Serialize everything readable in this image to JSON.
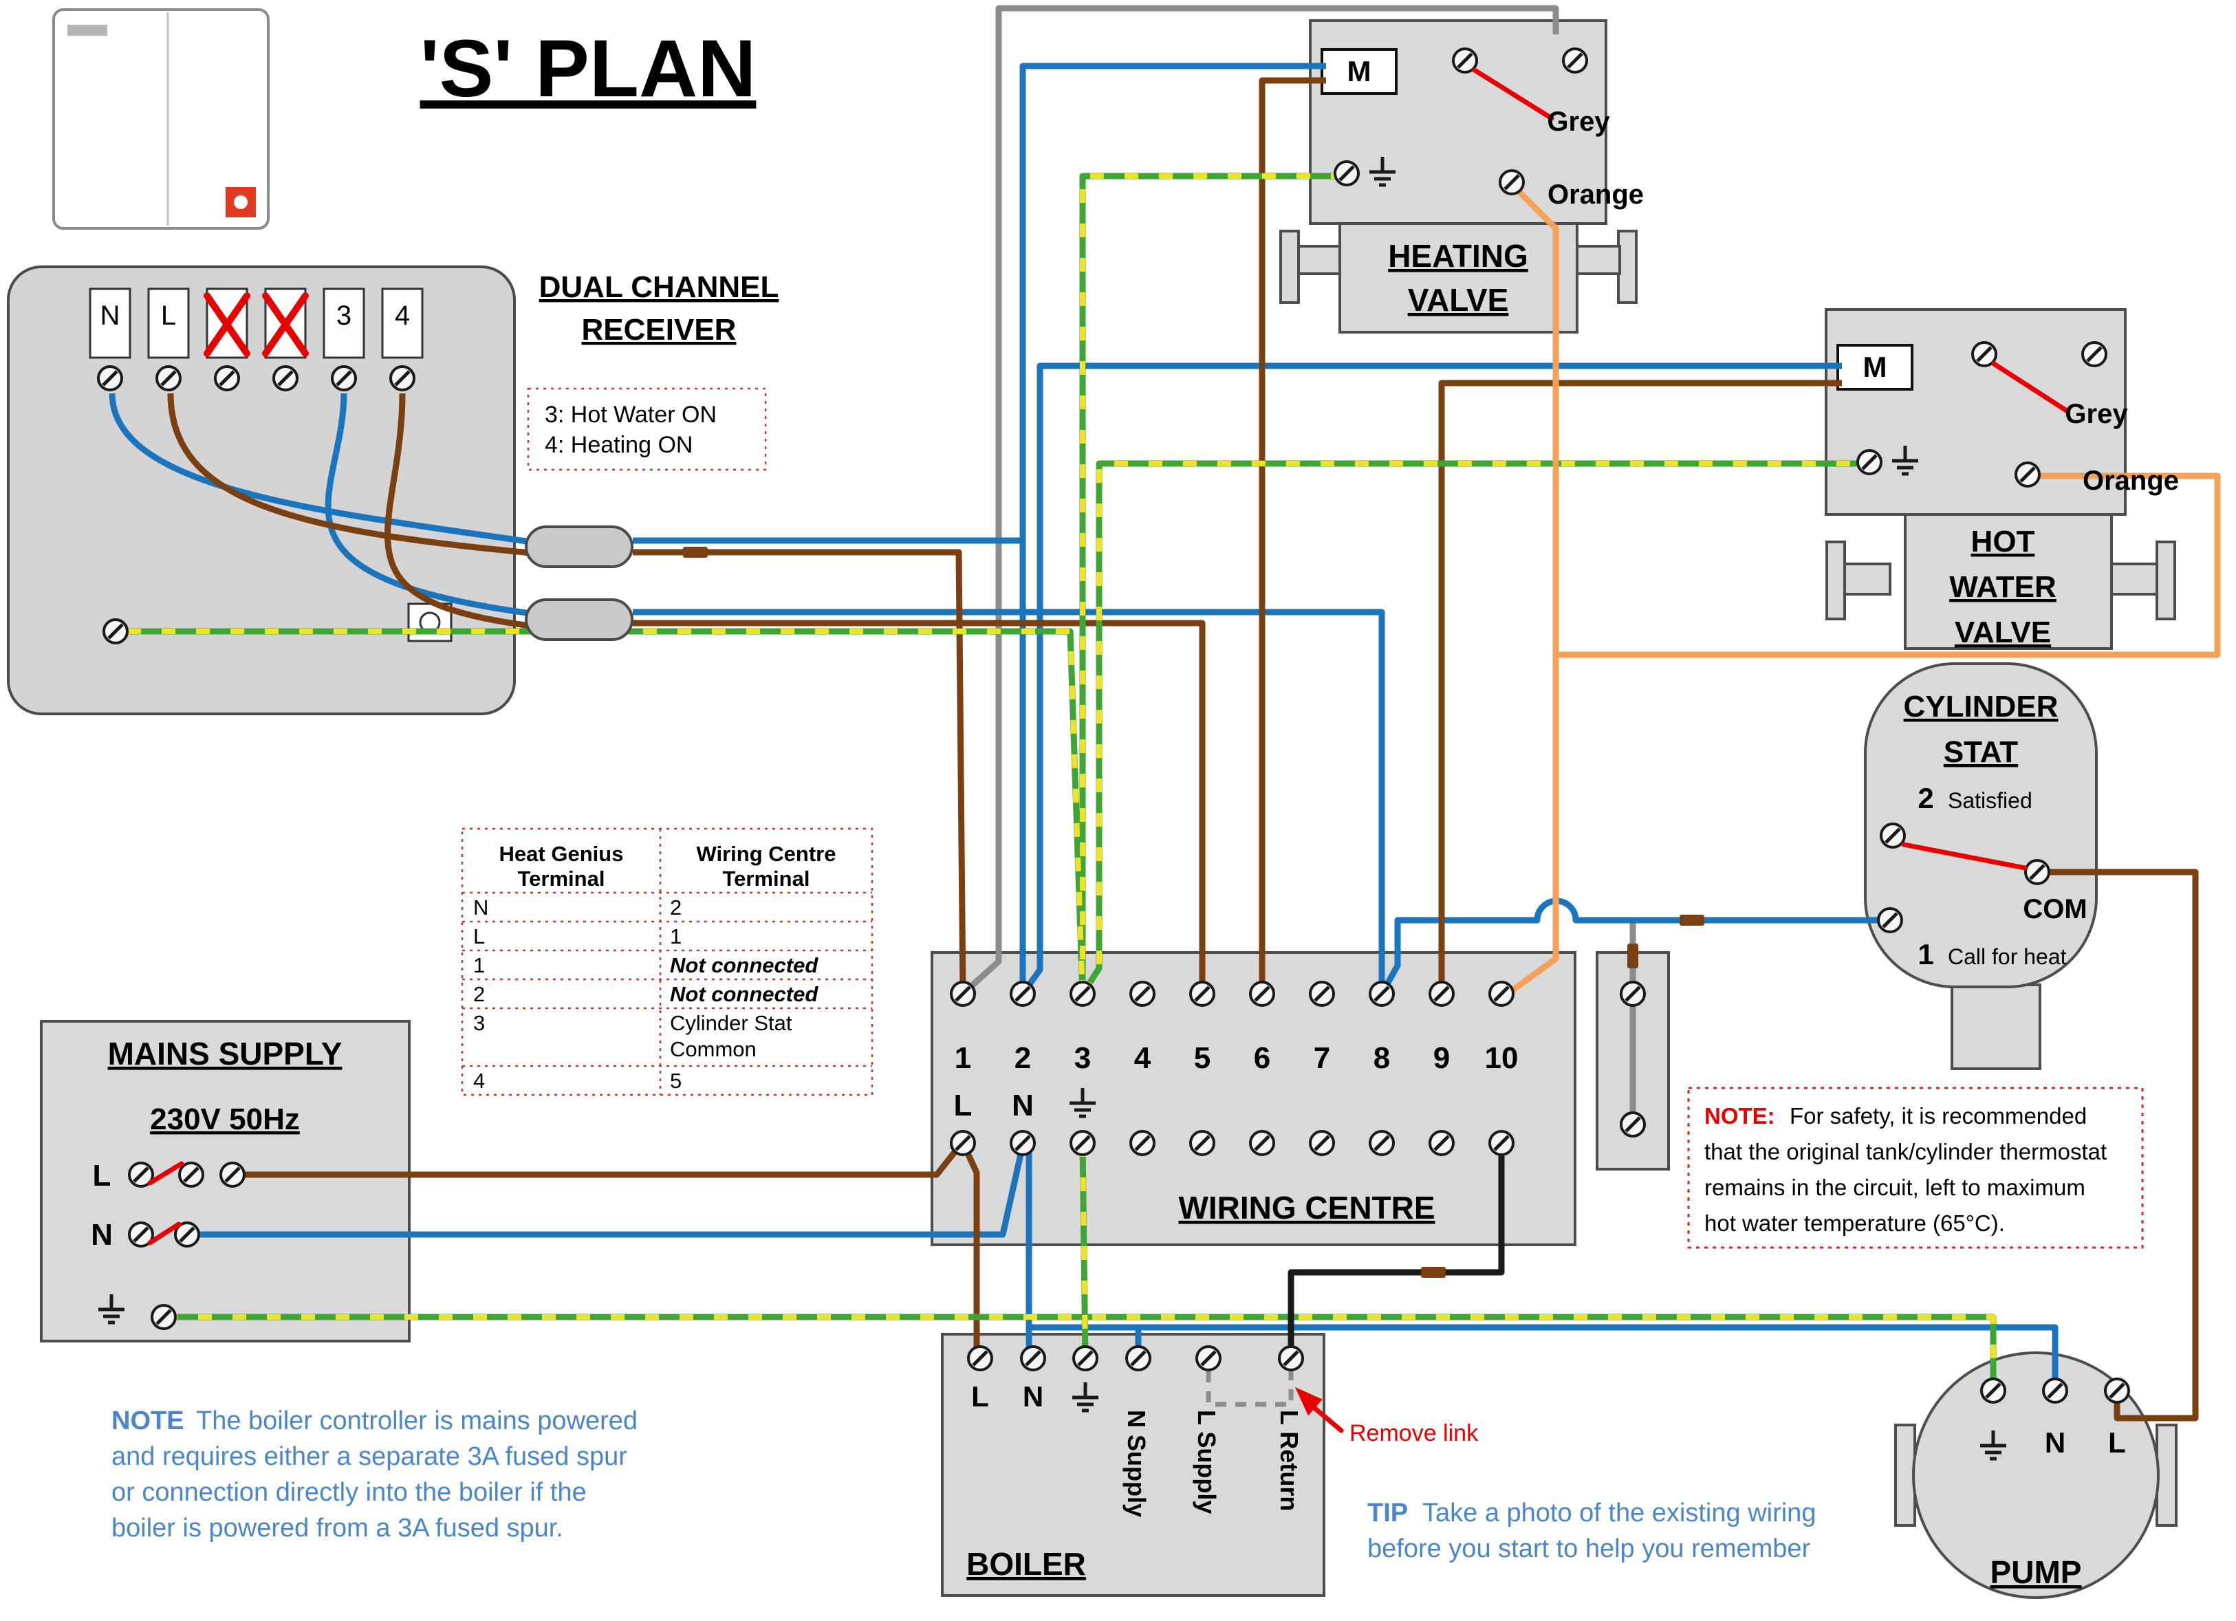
{
  "title": "'S' PLAN",
  "colors": {
    "blue": "#1B75BC",
    "brown": "#7B4012",
    "green": "#3FA535",
    "yellow": "#EFE32A",
    "orange": "#F4A259",
    "grey": "#8C8C8C",
    "black": "#1A1A1A",
    "red": "#E60000",
    "blue_text": "#4A86C8"
  },
  "receiver": {
    "heading_line1": "DUAL CHANNEL",
    "heading_line2": "RECEIVER",
    "terminals": [
      "N",
      "L",
      "",
      "",
      "3",
      "4"
    ],
    "note_line1": "3: Hot Water ON",
    "note_line2": "4: Heating ON"
  },
  "heating_valve": {
    "motor": "M",
    "grey": "Grey",
    "orange": "Orange",
    "title_line1": "HEATING",
    "title_line2": "VALVE"
  },
  "hot_water_valve": {
    "motor": "M",
    "grey": "Grey",
    "orange": "Orange",
    "title_line1": "HOT",
    "title_line2": "WATER",
    "title_line3": "VALVE"
  },
  "cylinder_stat": {
    "title_line1": "CYLINDER",
    "title_line2": "STAT",
    "sat_num": "2",
    "sat_label": "Satisfied",
    "com": "COM",
    "call_num": "1",
    "call_label": "Call for heat"
  },
  "mains": {
    "title": "MAINS SUPPLY",
    "rating": "230V 50Hz",
    "l": "L",
    "n": "N"
  },
  "mapping_table": {
    "header_left_1": "Heat Genius",
    "header_left_2": "Terminal",
    "header_right_1": "Wiring Centre",
    "header_right_2": "Terminal",
    "rows": [
      [
        "N",
        "2"
      ],
      [
        "L",
        "1"
      ],
      [
        "1",
        "Not connected"
      ],
      [
        "2",
        "Not connected"
      ],
      [
        "3",
        "Cylinder Stat"
      ],
      [
        "4",
        "5"
      ]
    ],
    "row5_cont": "Common"
  },
  "wiring_centre": {
    "title": "WIRING CENTRE",
    "terminals": [
      "1",
      "2",
      "3",
      "4",
      "5",
      "6",
      "7",
      "8",
      "9",
      "10"
    ],
    "l": "L",
    "n": "N"
  },
  "safety_note": {
    "prefix": "NOTE:",
    "line1": "For safety, it is recommended",
    "line2": "that the original tank/cylinder thermostat",
    "line3": "remains in the circuit, left to maximum",
    "line4": "hot water temperature (65°C)."
  },
  "boiler": {
    "title": "BOILER",
    "l": "L",
    "n": "N",
    "n_supply": "N Supply",
    "l_supply": "L Supply",
    "l_return": "L Return"
  },
  "remove_link": "Remove link",
  "pump": {
    "title": "PUMP",
    "n": "N",
    "l": "L"
  },
  "boiler_note": {
    "prefix": "NOTE",
    "line1": "The boiler controller is mains powered",
    "line2": "and requires either a separate 3A fused spur",
    "line3": "or connection directly into the boiler if the",
    "line4": "boiler is powered from a 3A fused spur."
  },
  "tip": {
    "prefix": "TIP",
    "line1": "Take a photo of the existing wiring",
    "line2": "before you start to help you remember"
  }
}
